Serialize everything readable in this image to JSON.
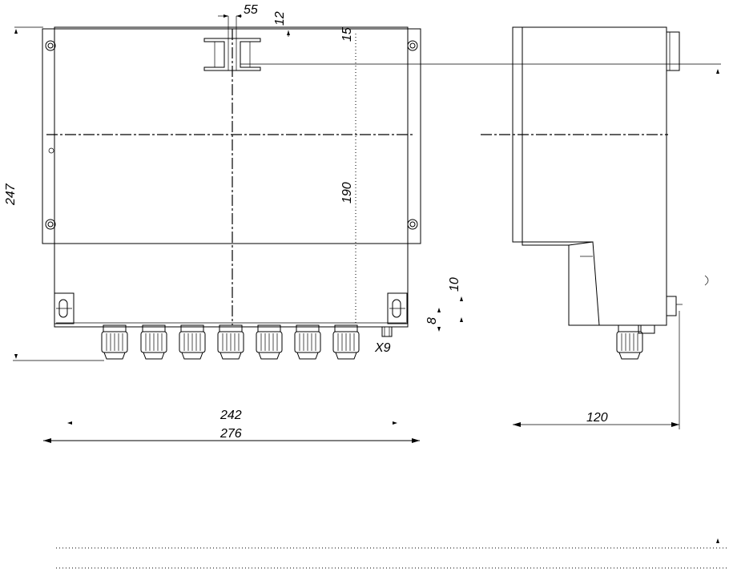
{
  "dimensions": {
    "width_inner": "242",
    "width_outer": "276",
    "height": "247",
    "inner_height": "190",
    "top_offset": "12",
    "bracket_width": "55",
    "top_margin": "15",
    "depth": "120",
    "small_10": "10",
    "small_8": "8"
  },
  "labels": {
    "connector": "X9"
  }
}
